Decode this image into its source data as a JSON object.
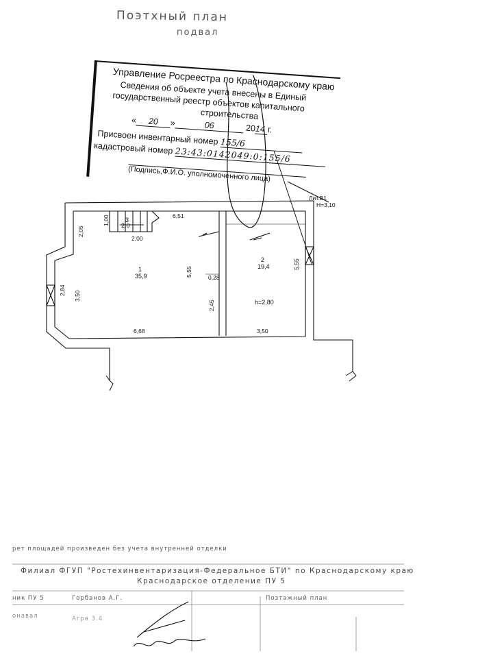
{
  "header": {
    "title": "Поэтхный план",
    "subtitle": "подвал"
  },
  "stamp": {
    "line1": "Управление Росреестра по Краснодарскому краю",
    "line2": "Сведения об объекте учета внесены в Единый",
    "line3": "государственный реестр объектов капитального",
    "line4": "строительства",
    "date_day": "20",
    "date_month": "06",
    "date_year_prefix": "20",
    "date_year_suffix": "14",
    "date_end": "г.",
    "inventory_label": "Присвоен инвентарный номер",
    "inventory_value": "155/6",
    "cadastral_label": "кадастровый номер",
    "cadastral_value": "23:43:0142049:0:155/6",
    "signature_caption": "(Подпись,Ф.И.О. уполномоченного лица)"
  },
  "plan": {
    "liter": "Лит.В1",
    "height": "H=3,10",
    "rooms": [
      {
        "number": "1",
        "area": "35,9"
      },
      {
        "number": "2",
        "area": "19,4"
      },
      {
        "number": "3",
        "area": "2,0"
      }
    ],
    "room2_height": "h=2,80",
    "dims": {
      "top_stair_right": "6,51",
      "stair_len": "2,00",
      "stair_width": "1,00",
      "left_upper": "2,05",
      "left_window": "2,84",
      "left_wall": "3,50",
      "room1_height": "5,55",
      "partition_offset": "0,28",
      "partition_lower": "2,45",
      "room2_side": "5,55",
      "bottom_room1": "6,68",
      "bottom_room2": "3,50"
    }
  },
  "footer": {
    "note": "рет площадей произведен без учета внутренней отделки",
    "org": "Филиал ФГУП \"Ростехинвентаризация-Федеральное БТИ\" по Краснодарскому краю",
    "division": "Краснодарское отделение ПУ 5",
    "row1_role": "ник ПУ 5",
    "row1_name": "Горбанов А.Г.",
    "row1_title": "Поэтажный план",
    "row2_role": "онавал",
    "row2_name": "Агра 3.4"
  }
}
